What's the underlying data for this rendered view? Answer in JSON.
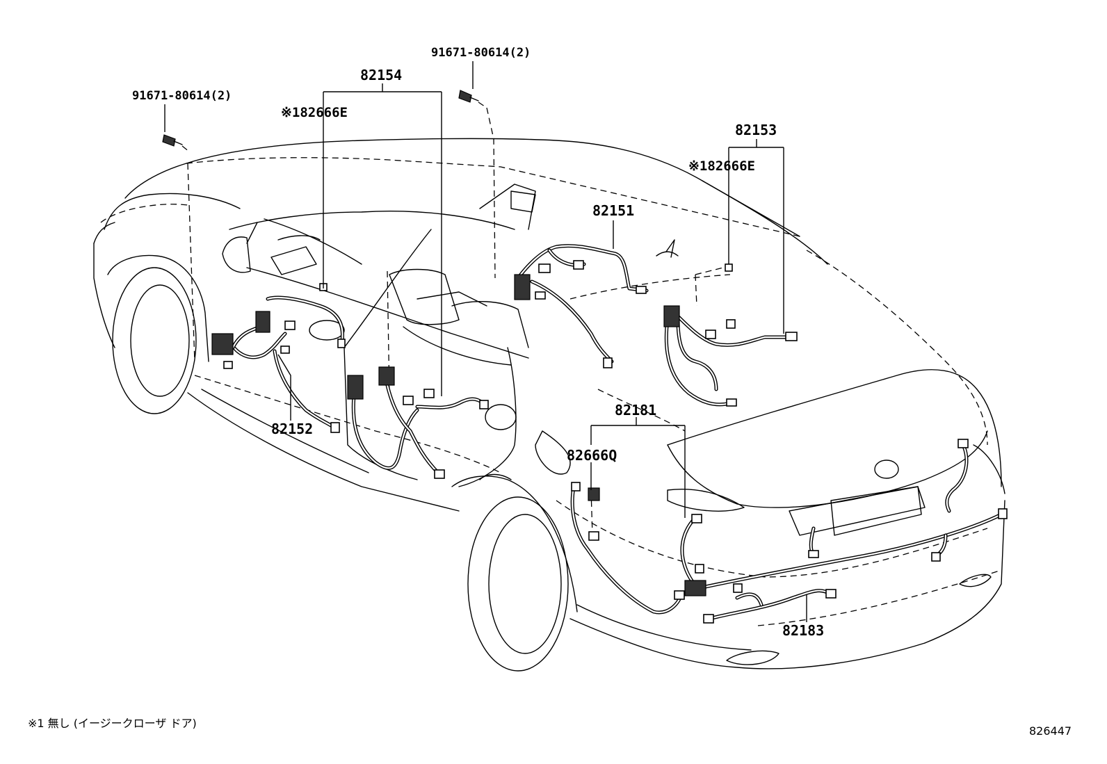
{
  "parts": {
    "bolt_left": "91671-80614(2)",
    "bolt_right": "91671-80614(2)",
    "p82154": "82154",
    "p82666e_left": "※182666E",
    "p82153": "82153",
    "p82666e_right": "※182666E",
    "p82151": "82151",
    "p82152": "82152",
    "p82181": "82181",
    "p82666q": "82666Q",
    "p82183": "82183"
  },
  "footnote": "※1 無し (イージークローザ ドア)",
  "diagram_id": "826447"
}
